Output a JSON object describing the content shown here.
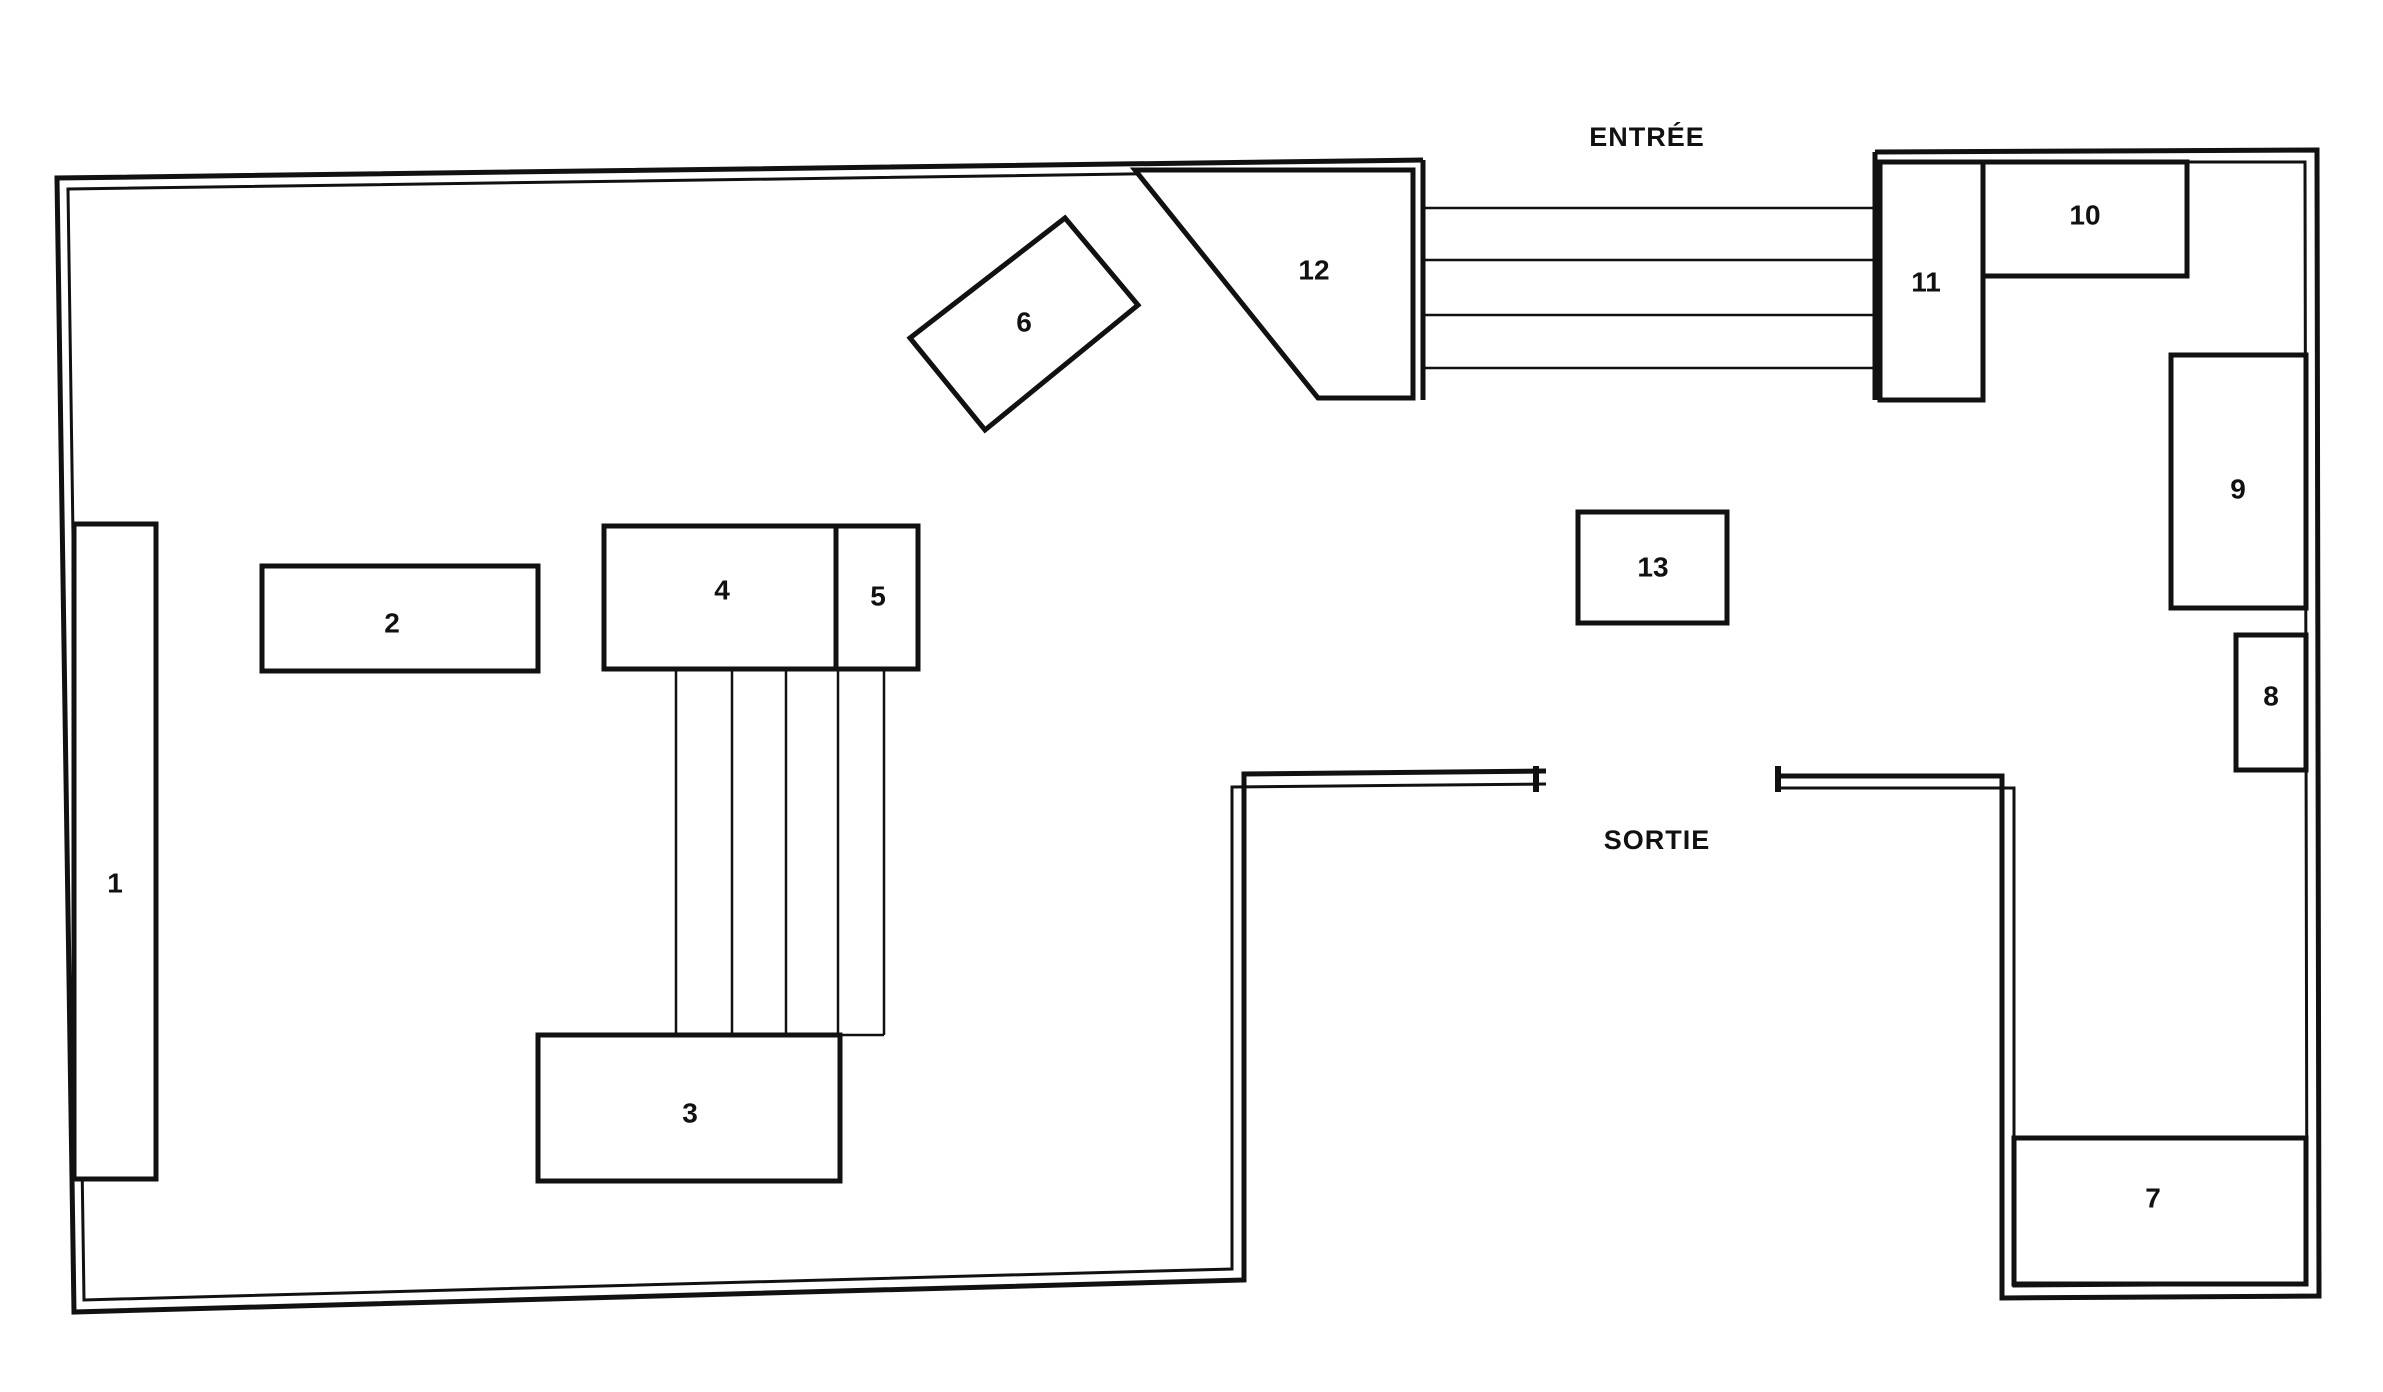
{
  "labels": {
    "entry": "ENTRÉE",
    "exit": "SORTIE"
  },
  "fixtures": [
    {
      "id": "1",
      "label": "1"
    },
    {
      "id": "2",
      "label": "2"
    },
    {
      "id": "3",
      "label": "3"
    },
    {
      "id": "4",
      "label": "4"
    },
    {
      "id": "5",
      "label": "5"
    },
    {
      "id": "6",
      "label": "6"
    },
    {
      "id": "7",
      "label": "7"
    },
    {
      "id": "8",
      "label": "8"
    },
    {
      "id": "9",
      "label": "9"
    },
    {
      "id": "10",
      "label": "10"
    },
    {
      "id": "11",
      "label": "11"
    },
    {
      "id": "12",
      "label": "12"
    },
    {
      "id": "13",
      "label": "13"
    }
  ],
  "colors": {
    "line": "#111111",
    "background": "#ffffff"
  }
}
